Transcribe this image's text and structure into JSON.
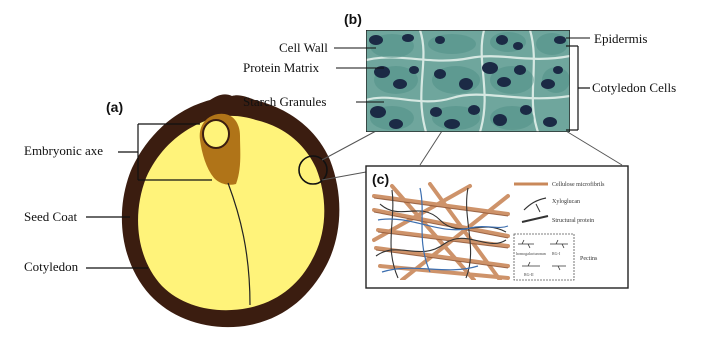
{
  "panel_a": {
    "tag": "(a)",
    "labels": {
      "embryonic_axe": "Embryonic axe",
      "seed_coat": "Seed Coat",
      "cotyledon": "Cotyledon"
    }
  },
  "panel_b": {
    "tag": "(b)",
    "labels": {
      "cell_wall": "Cell Wall",
      "protein_matrix": "Protein Matrix",
      "starch_granules": "Starch Granules",
      "epidermis": "Epidermis",
      "cotyledon_cells": "Cotyledon Cells"
    }
  },
  "panel_c": {
    "tag": "(c)",
    "legend": {
      "cellulose": "Cellulose microfibrils",
      "xyloglucan": "Xyloglucan",
      "structural_protein": "Structural protein",
      "pectins": "Pectins"
    },
    "pectin_sublabels": [
      "homogalacturonan",
      "RG-I",
      "RG-II"
    ]
  },
  "colors": {
    "seed_coat": "#3b1d10",
    "cotyledon": "#fff37a",
    "embryo": "#b07418",
    "micrograph_bg": "#6fa69d",
    "granule": "#1b2a45",
    "fibril": "#c9885a"
  }
}
